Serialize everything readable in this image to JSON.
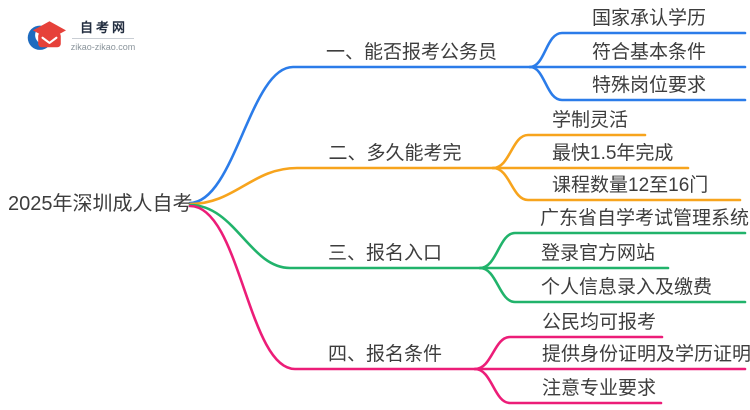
{
  "logo": {
    "site_name": "自考网",
    "site_url": "zikao-zikao.com",
    "icon": "graduation-cap-icon",
    "brand_blue": "#1e6bbf",
    "brand_red": "#e6413a"
  },
  "root": {
    "title": "2025年深圳成人自考"
  },
  "text_color": "#3d3d3d",
  "branches": [
    {
      "label": "一、能否报考公务员",
      "color": "#2b7ce9",
      "children": [
        "国家承认学历",
        "符合基本条件",
        "特殊岗位要求"
      ]
    },
    {
      "label": "二、多久能考完",
      "color": "#f7a41d",
      "children": [
        "学制灵活",
        "最快1.5年完成",
        "课程数量12至16门"
      ]
    },
    {
      "label": "三、报名入口",
      "color": "#21b36b",
      "children": [
        "广东省自学考试管理系统",
        "登录官方网站",
        "个人信息录入及缴费"
      ]
    },
    {
      "label": "四、报名条件",
      "color": "#ec1d78",
      "children": [
        "公民均可报考",
        "提供身份证明及学历证明",
        "注意专业要求"
      ]
    }
  ]
}
